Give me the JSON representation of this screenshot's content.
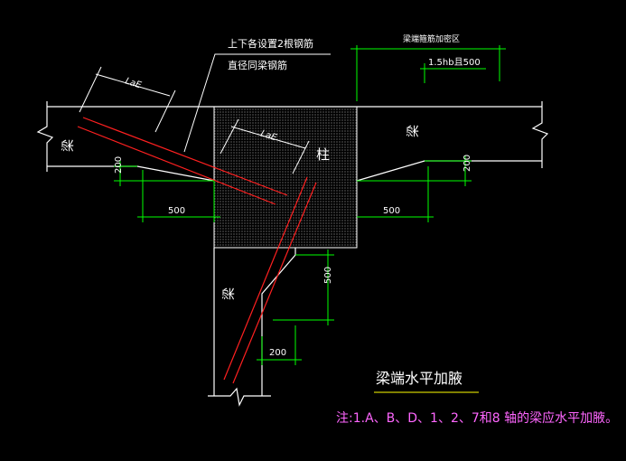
{
  "drawing": {
    "annotations": {
      "rebar_note_line1": "上下各设置2根钢筋",
      "rebar_note_line2": "直径同梁钢筋",
      "haunch_zone": "梁端箍筋加密区",
      "haunch_zone_dim": "1.5hb且500",
      "lae_top": "LaE",
      "lae_column": "LaE"
    },
    "labels": {
      "beam_left": "梁",
      "beam_right": "梁",
      "beam_bottom": "梁",
      "column": "柱"
    },
    "dimensions": {
      "left_haunch_height": "200",
      "left_haunch_length": "500",
      "right_haunch_height": "200",
      "right_haunch_length": "500",
      "bottom_haunch_length": "500",
      "bottom_haunch_width": "200"
    },
    "title": "梁端水平加腋",
    "note": "注:1.A、B、D、1、2、7和8 轴的梁应水平加腋。"
  },
  "colors": {
    "background": "#000000",
    "outline": "#ffffff",
    "dimension": "#00ff00",
    "rebar": "#ff2020",
    "note": "#ff66ff",
    "title_underline": "#ffff00"
  }
}
